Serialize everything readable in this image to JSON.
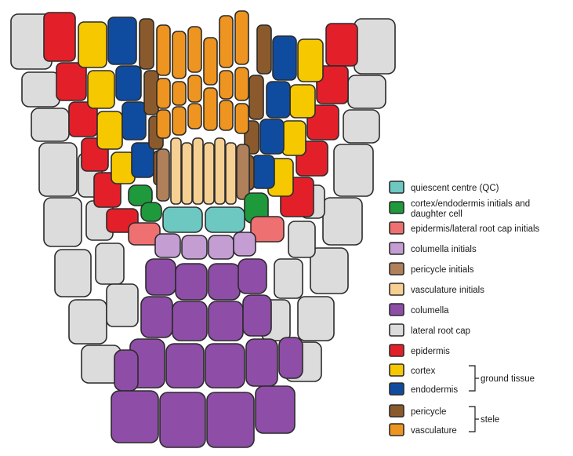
{
  "colors": {
    "quiescent_centre": "#6ec8c2",
    "cortex_endodermis_initials": "#1e9a3c",
    "epidermis_lrc_initials": "#ef7070",
    "columella_initials": "#c49dd2",
    "pericycle_initials": "#b0805a",
    "vasculature_initials": "#f6cf93",
    "columella": "#8e4da6",
    "lateral_root_cap": "#dcdcdc",
    "epidermis": "#e3202a",
    "cortex": "#f5c800",
    "endodermis": "#0f4ca0",
    "pericycle": "#8a5a2d",
    "vasculature": "#ee9420"
  },
  "legend": {
    "items": [
      {
        "key": "quiescent_centre",
        "label": "quiescent centre (QC)"
      },
      {
        "key": "cortex_endodermis_initials",
        "label": "cortex/endodermis initials and",
        "label2": "daughter cell"
      },
      {
        "key": "epidermis_lrc_initials",
        "label": "epidermis/lateral root cap initials"
      },
      {
        "key": "columella_initials",
        "label": "columella initials"
      },
      {
        "key": "pericycle_initials",
        "label": "pericycle initials"
      },
      {
        "key": "vasculature_initials",
        "label": "vasculature initials"
      },
      {
        "key": "columella",
        "label": "columella"
      },
      {
        "key": "lateral_root_cap",
        "label": "lateral root cap"
      },
      {
        "key": "epidermis",
        "label": "epidermis"
      },
      {
        "key": "cortex",
        "label": "cortex"
      },
      {
        "key": "endodermis",
        "label": "endodermis"
      },
      {
        "key": "pericycle",
        "label": "pericycle"
      },
      {
        "key": "vasculature",
        "label": "vasculature"
      }
    ],
    "groups": [
      {
        "label": "ground tissue",
        "members": [
          "cortex",
          "endodermis"
        ]
      },
      {
        "label": "stele",
        "members": [
          "pericycle",
          "vasculature"
        ]
      }
    ]
  }
}
